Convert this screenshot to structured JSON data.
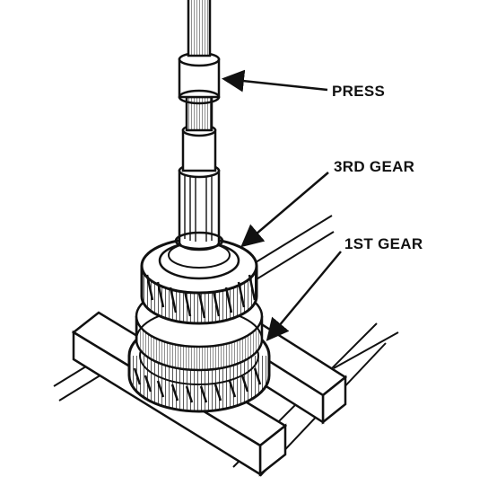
{
  "labels": {
    "press": "PRESS",
    "third_gear": "3RD GEAR",
    "first_gear": "1ST GEAR"
  },
  "colors": {
    "ink": "#111111",
    "paper": "#ffffff",
    "shade": "#555555"
  }
}
